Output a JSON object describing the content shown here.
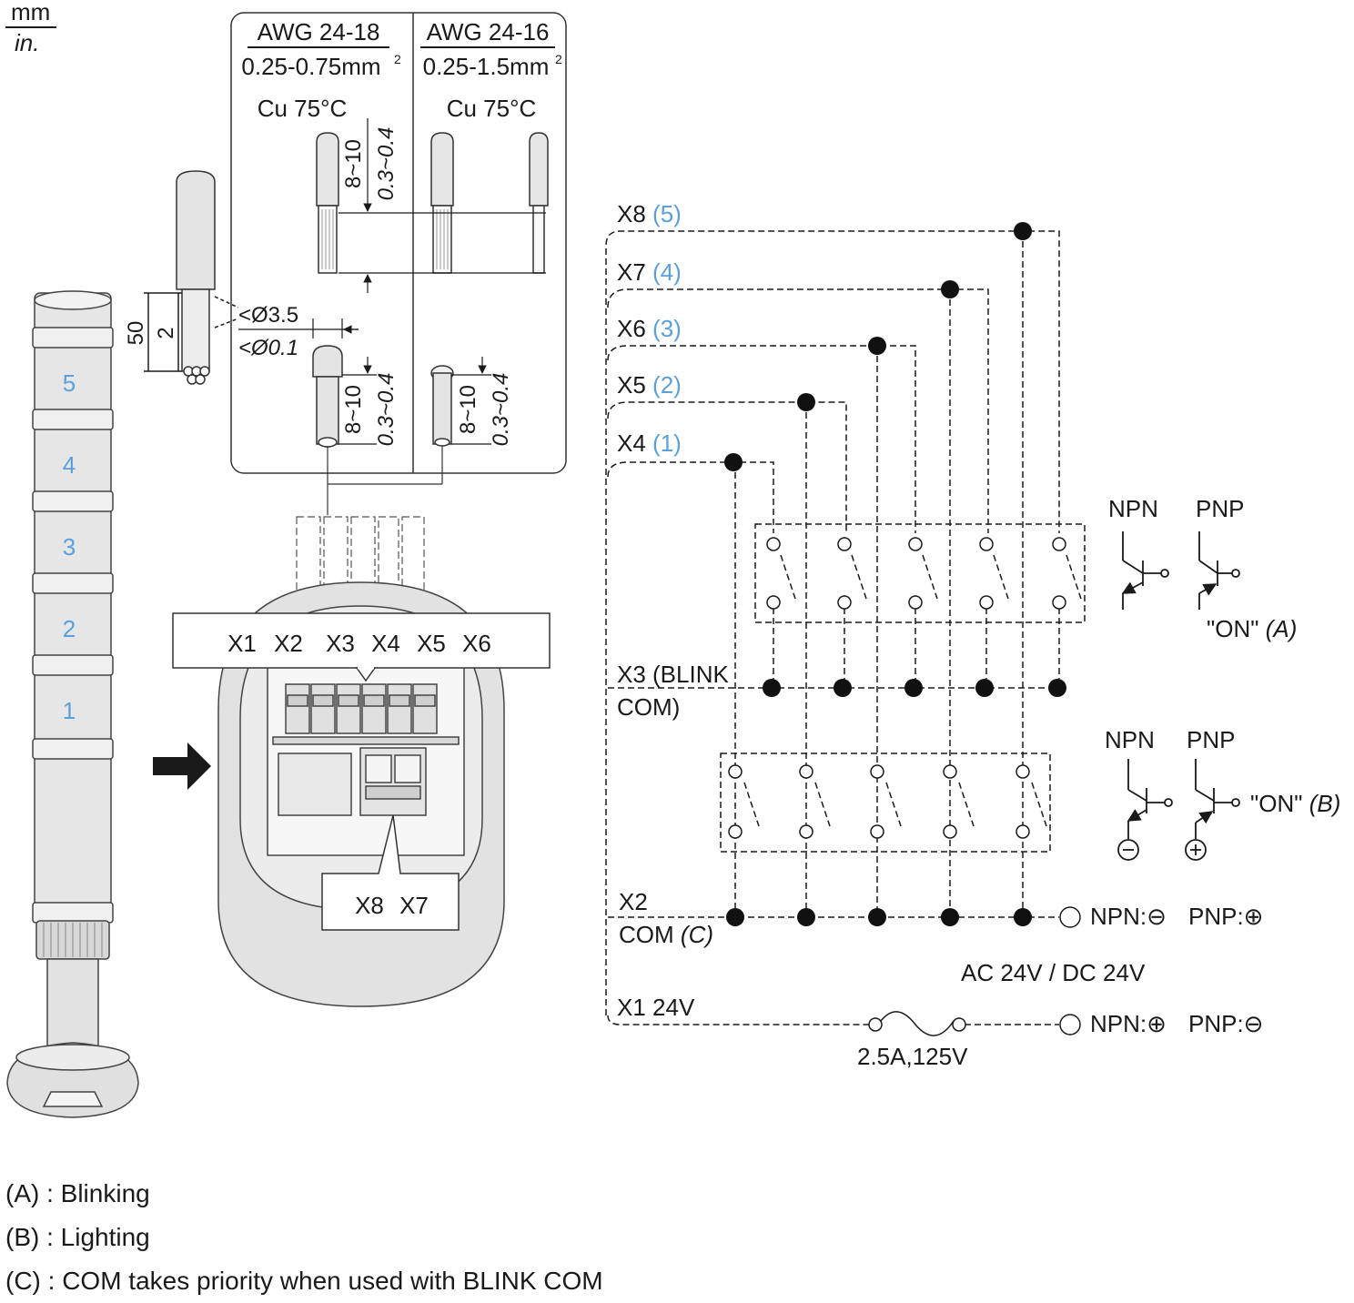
{
  "units": {
    "top": "mm",
    "bottom": "in."
  },
  "wire_spec": {
    "left": {
      "awg": "AWG 24-18",
      "area": "0.25-0.75mm",
      "sup": "2",
      "temp": "Cu 75°C"
    },
    "right": {
      "awg": "AWG 24-16",
      "area": "0.25-1.5mm",
      "sup": "2",
      "temp": "Cu 75°C"
    },
    "strip": "8~10",
    "tolerance": "0.3~0.4",
    "dia_max": "<Ø3.5",
    "dia_wire": "<Ø0.1"
  },
  "cable_dims": {
    "length": "50",
    "lead": "2"
  },
  "tower_tiers": [
    "5",
    "4",
    "3",
    "2",
    "1"
  ],
  "connectors": {
    "top_row": [
      "X1",
      "X2",
      "X3",
      "X4",
      "X5",
      "X6"
    ],
    "bottom_row": [
      "X8",
      "X7"
    ]
  },
  "circuit": {
    "inputs": [
      {
        "name": "X8",
        "num": "(5)"
      },
      {
        "name": "X7",
        "num": "(4)"
      },
      {
        "name": "X6",
        "num": "(3)"
      },
      {
        "name": "X5",
        "num": "(2)"
      },
      {
        "name": "X4",
        "num": "(1)"
      }
    ],
    "blink_com": [
      "X3 (BLINK",
      "COM)"
    ],
    "com": {
      "name": "X2",
      "label": "COM",
      "ref": "(C)"
    },
    "supply": "X1 24V",
    "voltage": "AC 24V / DC 24V",
    "fuse": "2.5A,125V",
    "com_polarity": {
      "npn": "NPN:⊖",
      "pnp": "PNP:⊕"
    },
    "supply_polarity": {
      "npn": "NPN:⊕",
      "pnp": "PNP:⊖"
    },
    "blink_legend": {
      "npn": "NPN",
      "pnp": "PNP",
      "on": "\"ON\"",
      "ref": "(A)"
    },
    "light_legend": {
      "npn": "NPN",
      "pnp": "PNP",
      "on": "\"ON\"",
      "ref": "(B)"
    }
  },
  "notes": [
    "(A) : Blinking",
    "(B) : Lighting",
    "(C) : COM takes priority when used with BLINK COM"
  ],
  "colors": {
    "tier_number": "#5aa0dc",
    "housing": "#e8e8e8",
    "line": "#1a1a1a"
  }
}
